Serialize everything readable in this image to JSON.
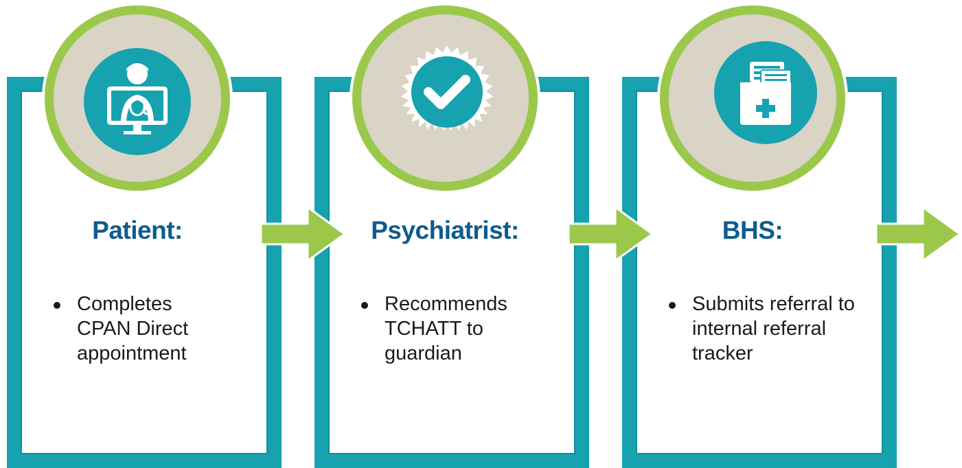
{
  "colors": {
    "teal": "#17a2b0",
    "green": "#9bc84b",
    "beige": "#d9d4c6",
    "title_blue": "#0e5c8c"
  },
  "steps": [
    {
      "icon": "doctor-monitor-icon",
      "title": "Patient:",
      "bullets": [
        [
          "Completes",
          "CPAN Direct",
          "appointment"
        ]
      ]
    },
    {
      "icon": "verified-check-badge-icon",
      "title": "Psychiatrist:",
      "bullets": [
        [
          "Recommends",
          "TCHATT to",
          "guardian"
        ]
      ]
    },
    {
      "icon": "medical-folder-icon",
      "title": "BHS:",
      "bullets": [
        [
          "Submits referral to",
          "internal referral",
          "tracker"
        ]
      ]
    }
  ]
}
